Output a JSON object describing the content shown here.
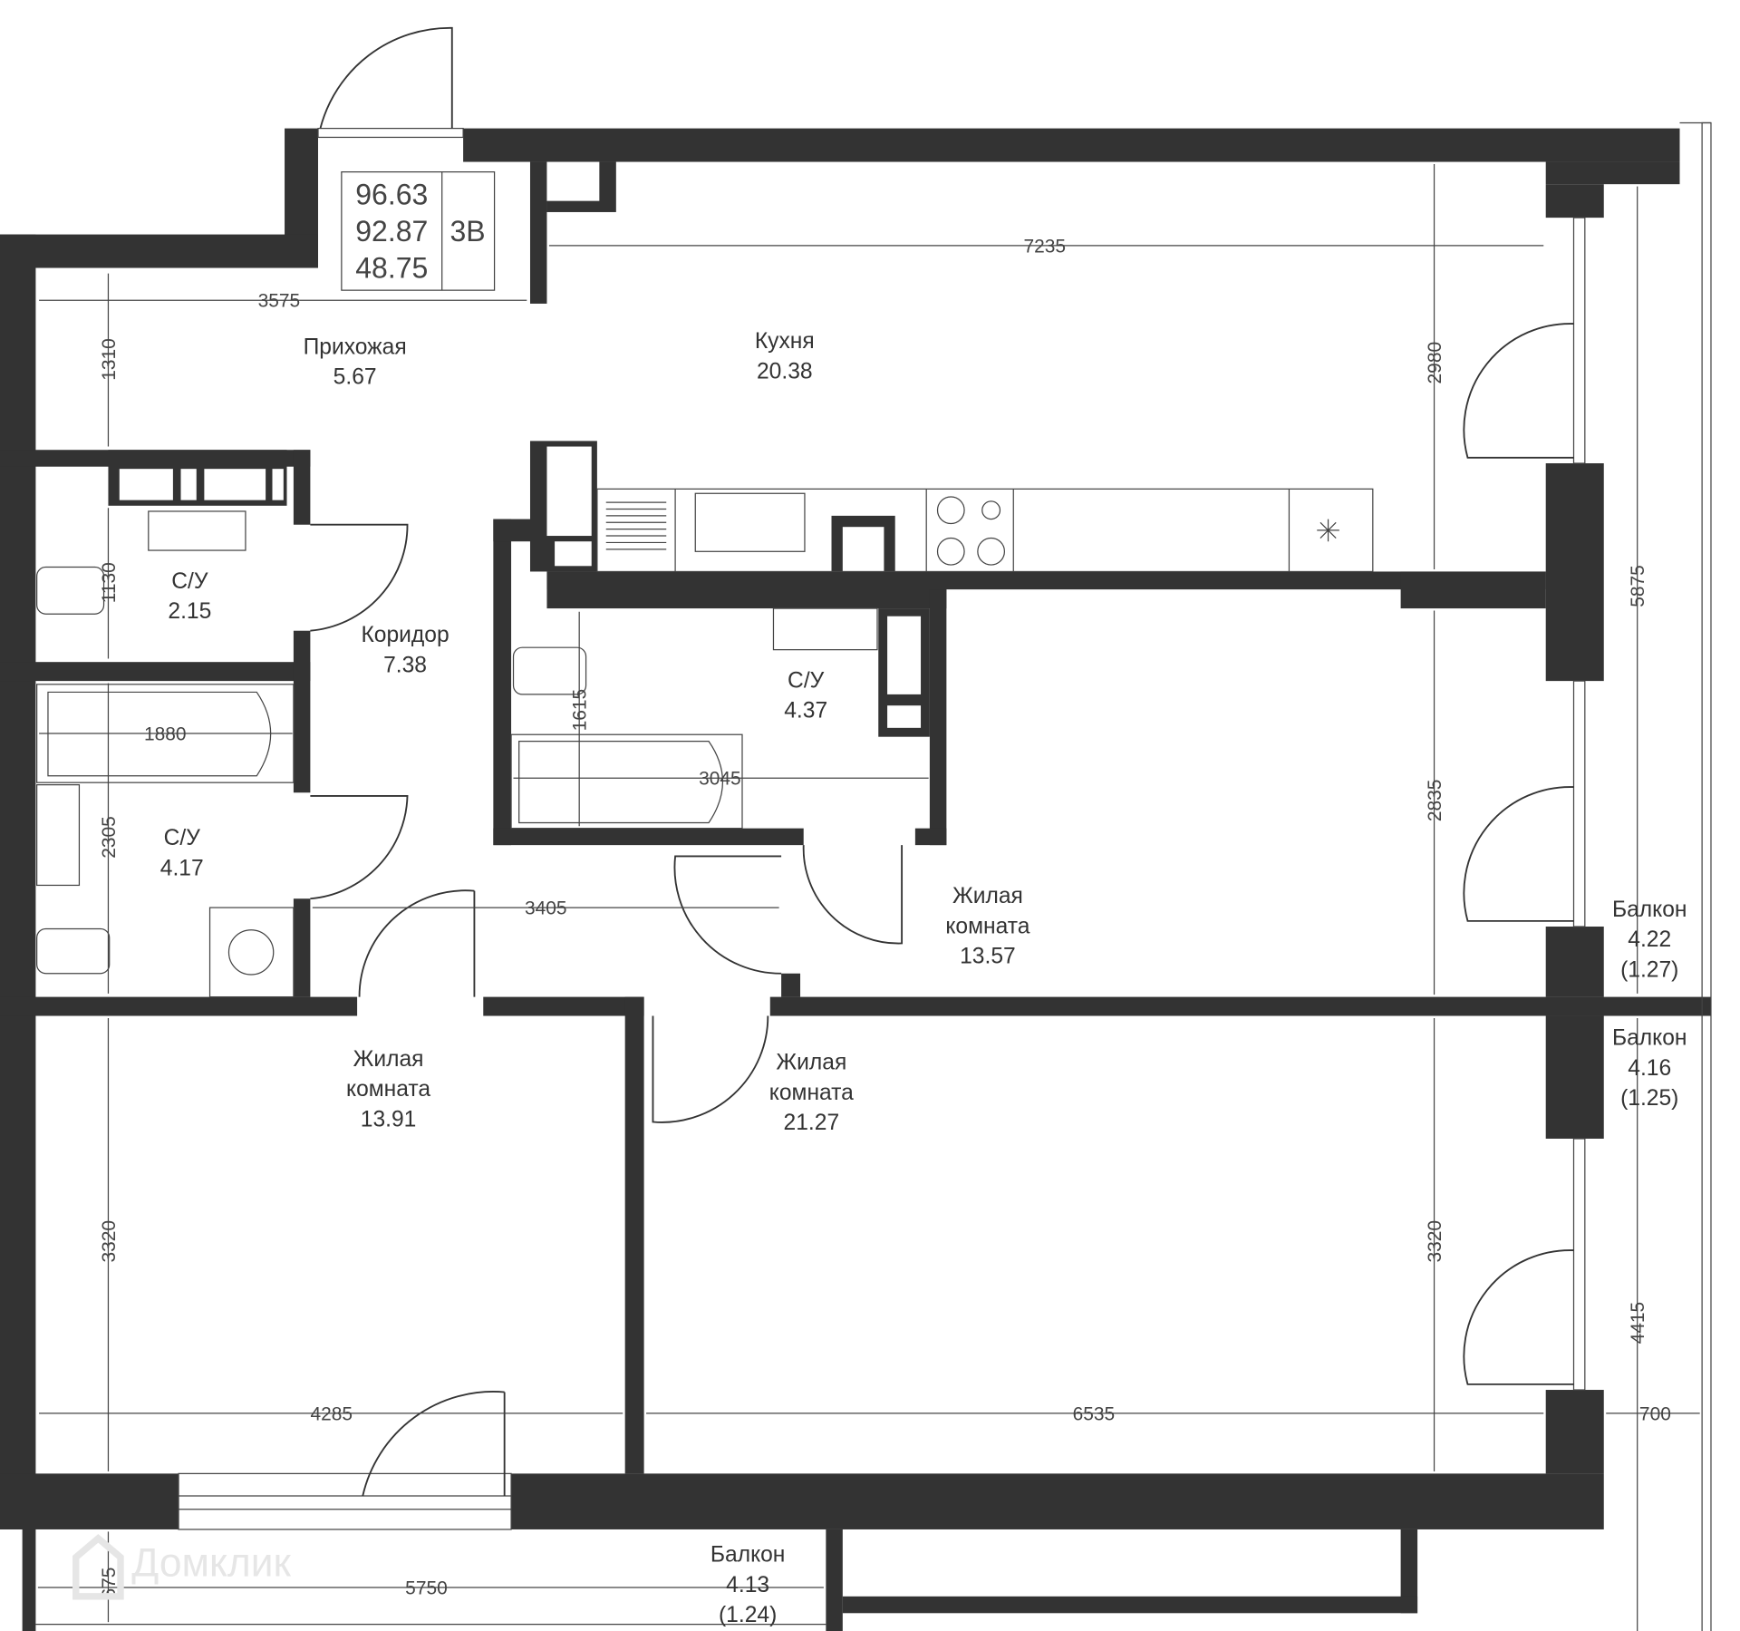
{
  "info_box": {
    "total_area": "96.63",
    "area_no_balcony": "92.87",
    "living_area": "48.75",
    "type": "3В"
  },
  "rooms": [
    {
      "name": "Прихожая",
      "area": "5.67"
    },
    {
      "name": "Кухня",
      "area": "20.38"
    },
    {
      "name": "С/У",
      "area": "2.15"
    },
    {
      "name": "Коридор",
      "area": "7.38"
    },
    {
      "name": "С/У",
      "area": "4.37"
    },
    {
      "name": "С/У",
      "area": "4.17"
    },
    {
      "name": "Жилая комната",
      "line1": "Жилая",
      "line2": "комната",
      "area": "13.57"
    },
    {
      "name": "Жилая комната",
      "line1": "Жилая",
      "line2": "комната",
      "area": "13.91"
    },
    {
      "name": "Жилая комната",
      "line1": "Жилая",
      "line2": "комната",
      "area": "21.27"
    },
    {
      "name": "Балкон",
      "area": "4.22",
      "reduced": "(1.27)"
    },
    {
      "name": "Балкон",
      "area": "4.16",
      "reduced": "(1.25)"
    },
    {
      "name": "Балкон",
      "area": "4.13",
      "reduced": "(1.24)"
    }
  ],
  "dimensions": [
    "3575",
    "7235",
    "1310",
    "2980",
    "1130",
    "1880",
    "1615",
    "3045",
    "2305",
    "3405",
    "2835",
    "5875",
    "3320",
    "3320",
    "4285",
    "6535",
    "4415",
    "700",
    "675",
    "5750"
  ],
  "watermark": "Домклик",
  "colors": {
    "wall": "#333333",
    "line": "#444444"
  }
}
